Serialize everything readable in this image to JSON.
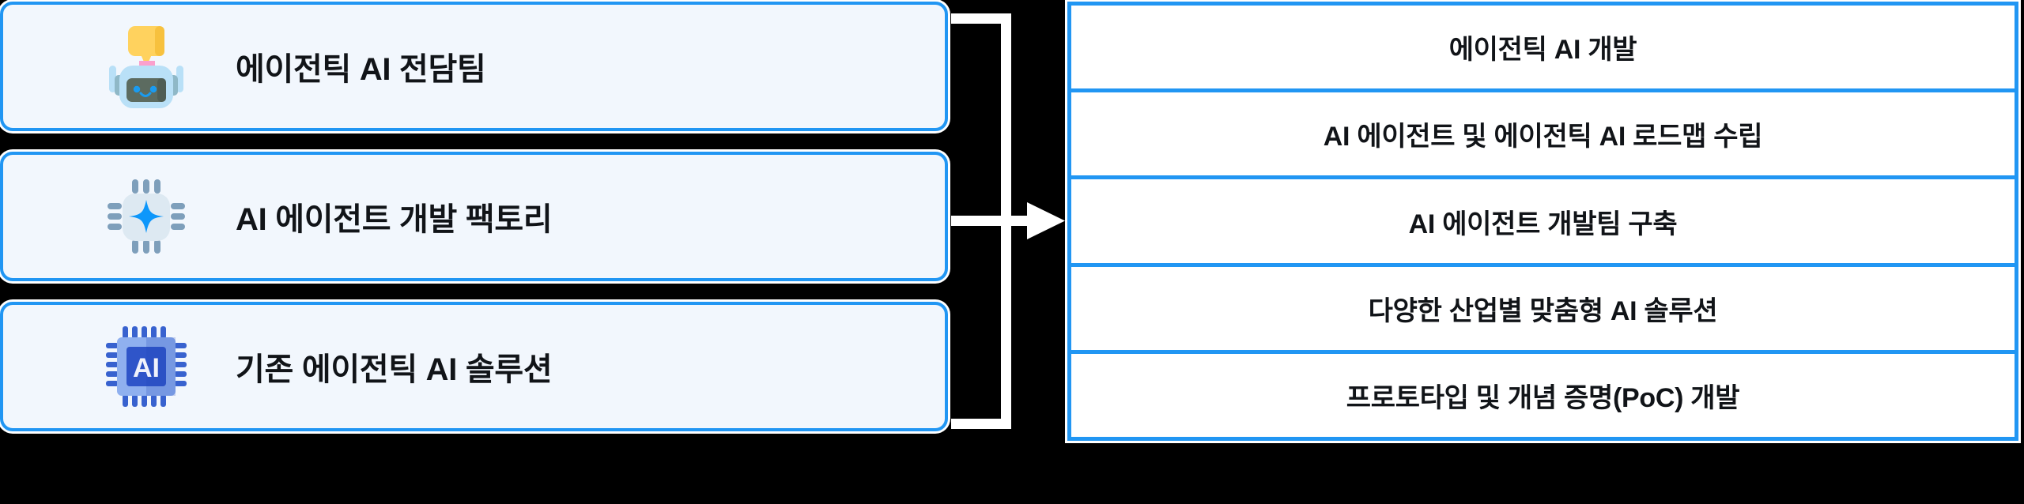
{
  "colors": {
    "background": "#000000",
    "accent_blue": "#2196f3",
    "card_fill": "#f2f7fd",
    "panel_fill": "#ffffff",
    "text": "#111418",
    "connector": "#ffffff",
    "robot_body": "#b9e0f7",
    "robot_face": "#5c6b60",
    "robot_bubble": "#ffd25e",
    "robot_chest": "#fba0cd",
    "chip_sparkle": "#0d97fb",
    "chip_pins": "#7e9fbb",
    "ai_chip_outer": "#8fb0ef",
    "ai_chip_inner": "#2f55c9"
  },
  "inputs": {
    "cards": [
      {
        "icon": "robot-icon",
        "label": "에이전틱 AI 전담팀"
      },
      {
        "icon": "ai-chip-sparkle-icon",
        "label": "AI 에이전트 개발 팩토리"
      },
      {
        "icon": "ai-chip-icon",
        "label": "기존 에이전틱 AI 솔루션"
      }
    ]
  },
  "connector": {
    "icon": "merge-arrow-right-icon",
    "direction": "right"
  },
  "outputs": {
    "rows": [
      {
        "label": "에이전틱 AI 개발"
      },
      {
        "label": "AI 에이전트 및 에이전틱 AI 로드맵 수립"
      },
      {
        "label": "AI 에이전트 개발팀 구축"
      },
      {
        "label": "다양한 산업별 맞춤형 AI 솔루션"
      },
      {
        "label": "프로토타입 및 개념 증명(PoC) 개발"
      }
    ]
  }
}
